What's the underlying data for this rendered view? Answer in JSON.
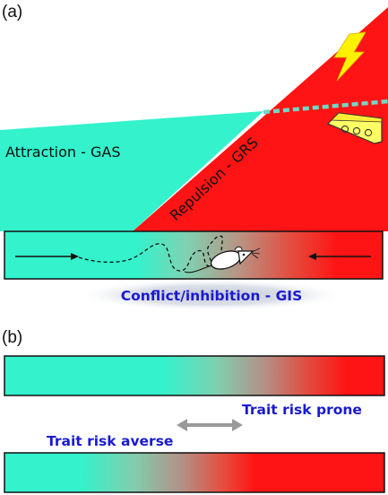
{
  "panel_a": {
    "label": "(a)",
    "attraction_label": "Attraction - GAS",
    "repulsion_label": "Repulsion - GRS",
    "conflict_label": "Conflict/inhibition - GIS",
    "attraction_color": "#33f2cc",
    "repulsion_color": "#fe1414",
    "icons": [
      "lightning-bolt-icon",
      "cheese-icon",
      "rat-icon"
    ]
  },
  "panel_b": {
    "label": "(b)",
    "risk_prone_label": "Trait risk prone",
    "risk_averse_label": "Trait risk averse",
    "text_color": "#1a1ad0"
  }
}
